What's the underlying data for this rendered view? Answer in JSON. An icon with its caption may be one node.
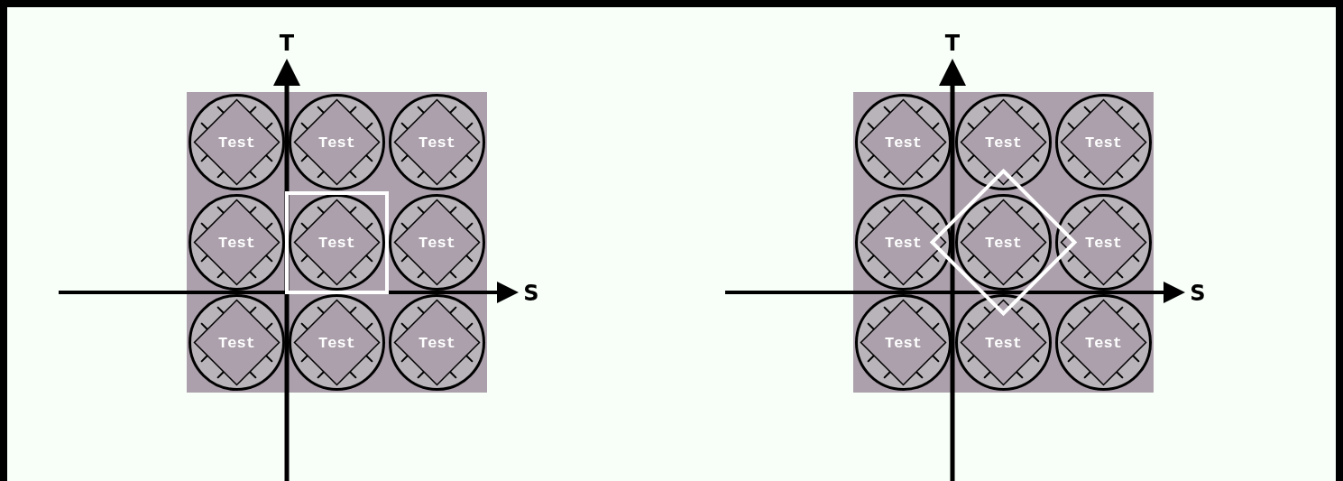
{
  "diagram": {
    "labels": [
      "T",
      "Test",
      "Test",
      "Test",
      "Test",
      "Test",
      "Test",
      "S",
      "Test",
      "Test",
      "Test",
      "T",
      "Test",
      "Test",
      "Test",
      "Test",
      "Test",
      "Test",
      "S",
      "Test",
      "Test",
      "Test"
    ]
  }
}
